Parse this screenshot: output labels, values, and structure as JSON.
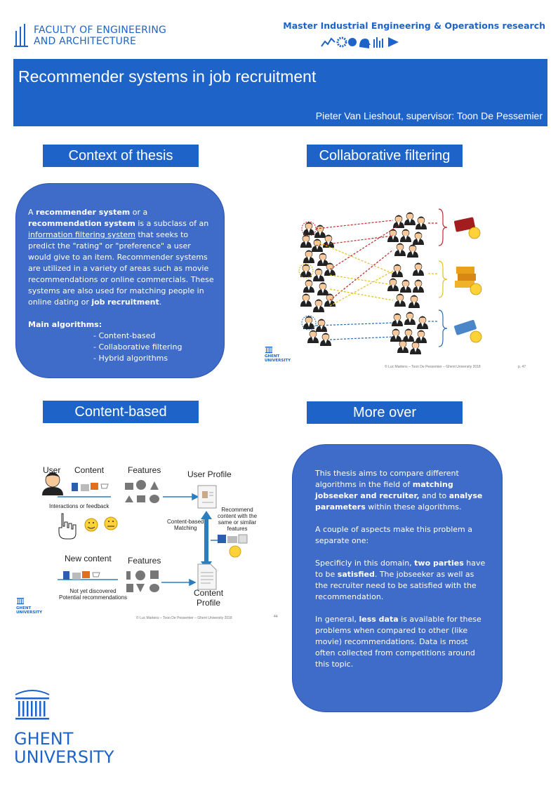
{
  "header": {
    "faculty_line1": "FACULTY OF ENGINEERING",
    "faculty_line2": "AND ARCHITECTURE",
    "program": "Master Industrial Engineering & Operations research"
  },
  "banner": {
    "title": "Recommender systems in job recruitment",
    "authors": "Pieter Van Lieshout, supervisor: Toon De Pessemier"
  },
  "sections": {
    "context_heading": "Context of thesis",
    "collab_heading": "Collaborative filtering",
    "content_heading": "Content-based",
    "more_heading": "More over"
  },
  "context": {
    "a": "A ",
    "recommender_system": "recommender system",
    "or_a": " or a ",
    "recommendation": "recommendation",
    "system": "system",
    "is_a_subclass": " is a subclass of an ",
    "info_filtering_1": "information filtering",
    "info_filtering_2": "system",
    "rest1": " that seeks to predict the \"rating\" or \"preference\" a user would give to an item. Recommender systems are utilized in a variety of areas such as movie recommendations or online commercials. These systems are also used for matching people in online dating or ",
    "job": "job",
    "recruitment": "recruitment",
    "period": ".",
    "main_algorithms": "Main algorithms:",
    "algorithms": [
      "- Content-based",
      "- Collaborative filtering",
      "- Hybrid algorithms"
    ]
  },
  "collab_figure": {
    "univ_line1": "GHENT",
    "univ_line2": "UNIVERSITY",
    "copyright": "© Luc Martens – Toon De Pessemier – Ghent University 2018",
    "page": "p. 47"
  },
  "content_figure": {
    "user": "User",
    "content": "Content",
    "features": "Features",
    "user_profile": "User Profile",
    "interactions": "Interactions or feedback",
    "content_based_matching_1": "Content-based",
    "content_based_matching_2": "Matching",
    "recommend_1": "Recommend",
    "recommend_2": "content with the",
    "recommend_3": "same or similar",
    "recommend_4": "features",
    "new_content": "New content",
    "features2": "Features",
    "not_yet_1": "Not yet discovered",
    "not_yet_2": "Potential recommendations",
    "content_profile_1": "Content",
    "content_profile_2": "Profile",
    "univ_line1": "GHENT",
    "univ_line2": "UNIVERSITY",
    "copyright": "© Luc Martens – Toon De Pessemier – Ghent University 2018",
    "page": "44"
  },
  "more": {
    "p1_a": "This thesis aims to compare different algorithms in the field of ",
    "p1_b": "matching jobseeker and recruiter,",
    "p1_c": " and to ",
    "p1_d": "analyse parameters",
    "p1_e": " within these algorithms.",
    "p2": "A couple of aspects make this problem a separate one:",
    "p3_a": "Specificly in this domain, ",
    "p3_b": "two parties",
    "p3_c": " have to be ",
    "p3_d": "satisfied",
    "p3_e": ". The jobseeker as well as the recruiter need to be satisfied with the recommendation.",
    "p4_a": "In general, ",
    "p4_b": "less data",
    "p4_c": " is available for these problems when compared to other (like movie) recommendations. Data is most often collected from competitions around this topic."
  },
  "footer": {
    "univ_line1": "GHENT",
    "univ_line2": "UNIVERSITY"
  },
  "colors": {
    "brand_blue": "#1e64c8",
    "panel_blue": "#3f6cc9"
  }
}
